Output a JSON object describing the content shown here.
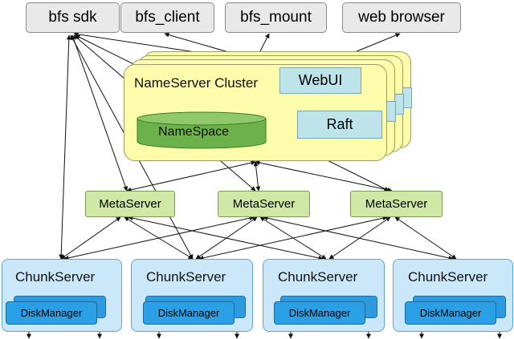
{
  "clients": [
    "bfs sdk",
    "bfs_client",
    "bfs_mount",
    "web browser"
  ],
  "nameserver": {
    "title": "NameServer Cluster",
    "webui": "WebUI",
    "raft": "Raft",
    "namespace": "NameSpace"
  },
  "metaservers": [
    "MetaServer",
    "MetaServer",
    "MetaServer"
  ],
  "chunkservers": [
    {
      "title": "ChunkServer",
      "disk": "DiskManager"
    },
    {
      "title": "ChunkServer",
      "disk": "DiskManager"
    },
    {
      "title": "ChunkServer",
      "disk": "DiskManager"
    },
    {
      "title": "ChunkServer",
      "disk": "DiskManager"
    }
  ],
  "colors": {
    "client": "#e9e9e9",
    "nameserver": "#fdfcab",
    "webui_raft": "#bfe3ea",
    "namespace": "#6cb24a",
    "metaserver": "#cfe8a6",
    "chunkserver": "#cbe8fb",
    "diskmanager": "#2aa0e7"
  }
}
